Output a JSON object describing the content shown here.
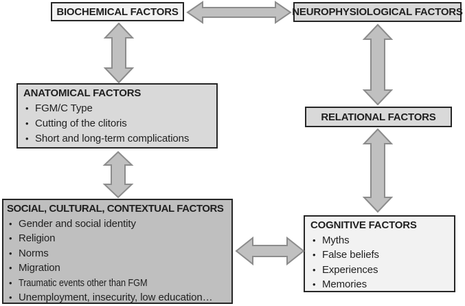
{
  "figure": {
    "type": "concept-diagram",
    "topic": "Factors diagram (FGM/C)"
  },
  "colors": {
    "page_bg": "#ffffff",
    "border": "#262626",
    "text": "#1f1f1f",
    "arrow_fill": "#c0c0c0",
    "arrow_stroke": "#8c8c8c",
    "box_light": "#f2f2f2",
    "box_medium": "#d9d9d9",
    "box_dark": "#bfbfbf"
  },
  "bullet_char": "•",
  "boxes": {
    "biochemical": {
      "title": "BIOCHEMICAL FACTORS"
    },
    "neurophysiological": {
      "title": "NEUROPHYSIOLOGICAL FACTORS"
    },
    "anatomical": {
      "title": "ANATOMICAL FACTORS",
      "items": [
        "FGM/C Type",
        "Cutting of the clitoris",
        "Short and long-term complications"
      ]
    },
    "relational": {
      "title": "RELATIONAL FACTORS"
    },
    "social": {
      "title": "SOCIAL, CULTURAL, CONTEXTUAL FACTORS",
      "items": [
        "Gender and social identity",
        "Religion",
        "Norms",
        "Migration",
        "Traumatic events other than FGM",
        "Unemployment, insecurity, low education…"
      ]
    },
    "cognitive": {
      "title": "COGNITIVE FACTORS",
      "items": [
        "Myths",
        "False beliefs",
        "Experiences",
        "Memories"
      ]
    }
  },
  "connections": [
    {
      "from": "biochemical",
      "to": "neurophysiological",
      "type": "bidirectional"
    },
    {
      "from": "biochemical",
      "to": "anatomical",
      "type": "bidirectional"
    },
    {
      "from": "neurophysiological",
      "to": "relational",
      "type": "bidirectional"
    },
    {
      "from": "anatomical",
      "to": "social",
      "type": "bidirectional"
    },
    {
      "from": "relational",
      "to": "cognitive",
      "type": "bidirectional"
    },
    {
      "from": "social",
      "to": "cognitive",
      "type": "bidirectional"
    }
  ]
}
